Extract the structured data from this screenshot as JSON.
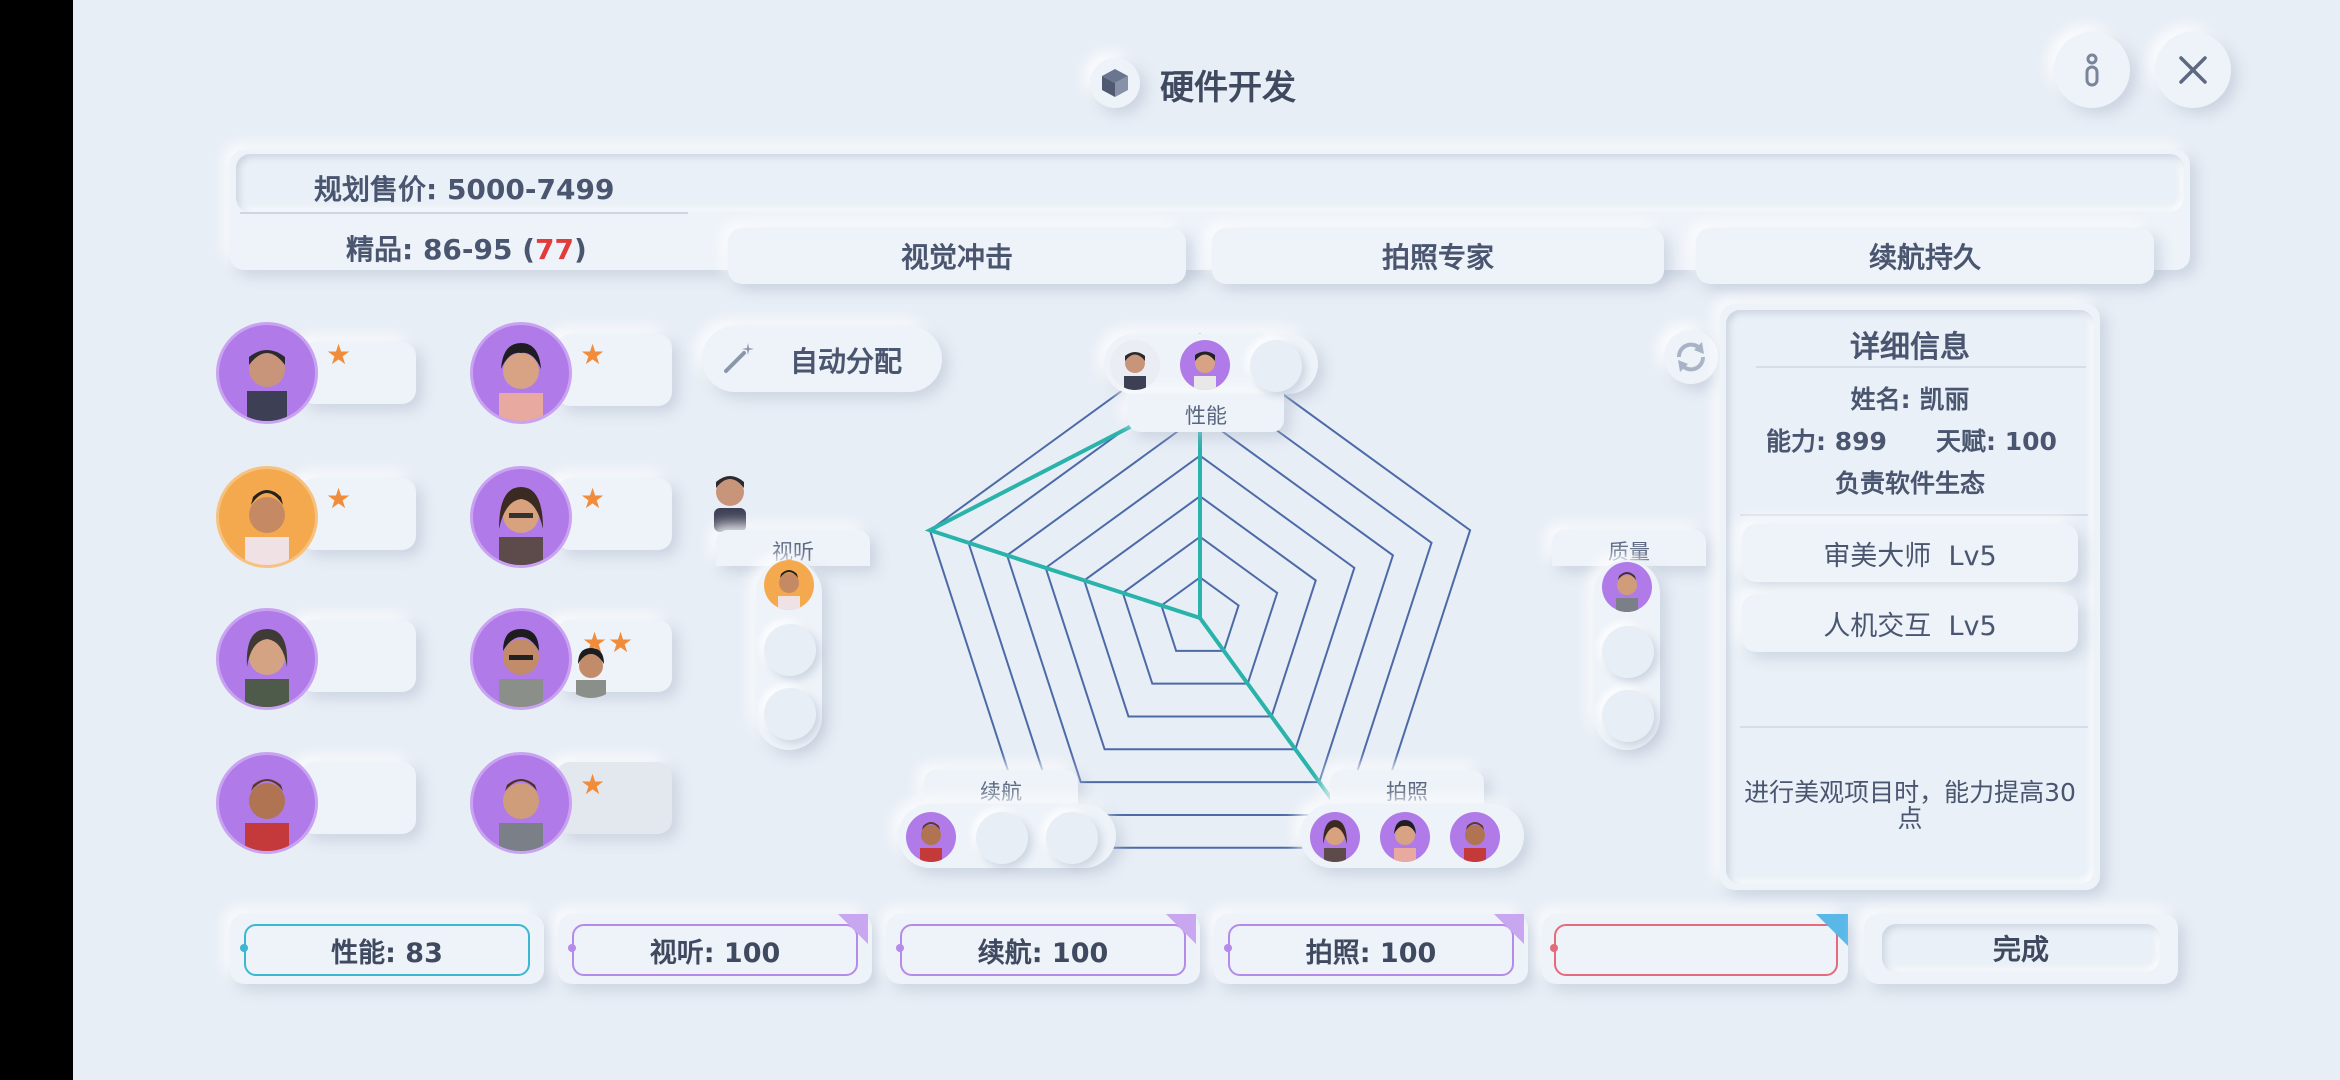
{
  "header": {
    "title": "硬件开发",
    "info_icon": "info-icon",
    "close_icon": "close-icon",
    "cube_icon": "cube-icon"
  },
  "pricing": {
    "planned_price": "规划售价: 5000-7499",
    "quality_prefix": "精品: 86-95 (",
    "quality_value": "77",
    "quality_suffix": ")"
  },
  "features": [
    "视觉冲击",
    "拍照专家",
    "续航持久"
  ],
  "auto_assign": {
    "label": "自动分配",
    "icon": "magic-wand-icon"
  },
  "radar": {
    "axes": [
      "性能",
      "视听",
      "续航",
      "拍照",
      "质量"
    ],
    "values": [
      0.8,
      1.0,
      0.0,
      1.0,
      0.0
    ]
  },
  "details": {
    "title": "详细信息",
    "name": "姓名: 凯丽",
    "ability": "能力: 899",
    "talent": "天赋: 100",
    "role": "负责软件生态",
    "skills": [
      "审美大师  Lv5",
      "人机交互  Lv5"
    ],
    "note": "进行美观项目时，能力提高30点"
  },
  "stats": [
    {
      "label": "性能: 83",
      "color": "#3ab7d1"
    },
    {
      "label": "视听: 100",
      "color": "#b58ae8"
    },
    {
      "label": "续航: 100",
      "color": "#b58ae8"
    },
    {
      "label": "拍照: 100",
      "color": "#b58ae8"
    },
    {
      "label": "",
      "color": "#e56a7a"
    }
  ],
  "done_label": "完成",
  "colors": {
    "accent_teal": "#29b3aa",
    "radar_line": "#4d6aa8",
    "star": "#f08c3a",
    "red_number": "#e23b3b"
  }
}
